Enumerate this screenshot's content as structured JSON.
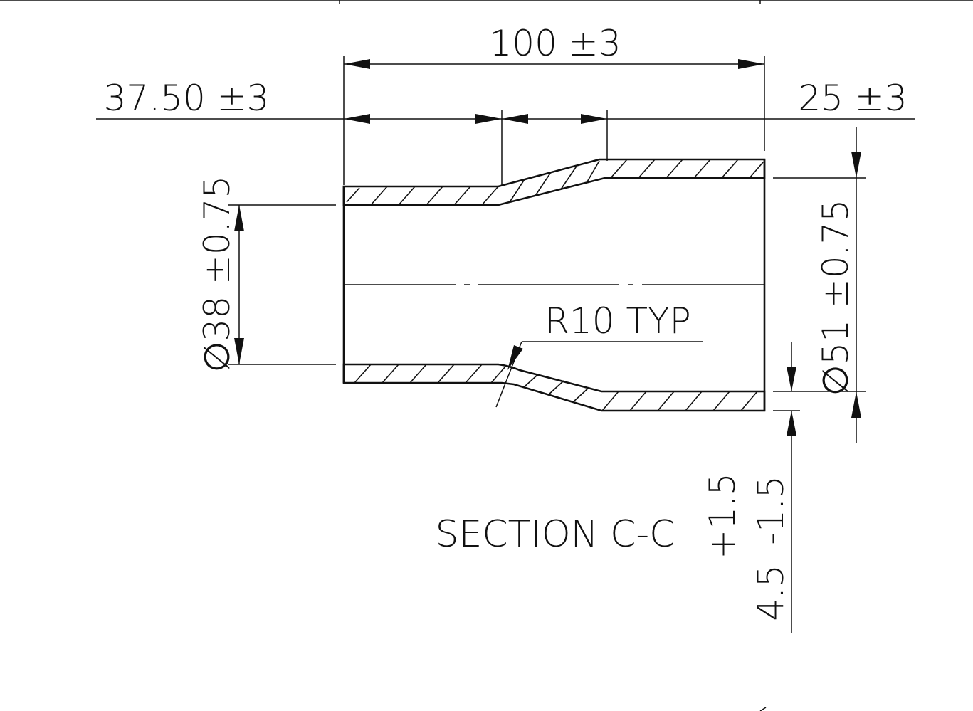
{
  "drawing": {
    "dimensions": {
      "overall_length": "100 ±3",
      "left_length": "37.50 ±3",
      "right_length": "25 ±3",
      "small_diameter": "∅38 ±0.75",
      "large_diameter": "∅51 ±0.75",
      "radius_note": "R10 TYP",
      "wall_thickness_nominal": "4.5",
      "wall_thickness_lower_tol": "-1.5",
      "wall_thickness_upper_tol": "+1.5"
    },
    "section_label": "SECTION C-C",
    "colors": {
      "line": "#111111",
      "background": "#ffffff"
    }
  }
}
